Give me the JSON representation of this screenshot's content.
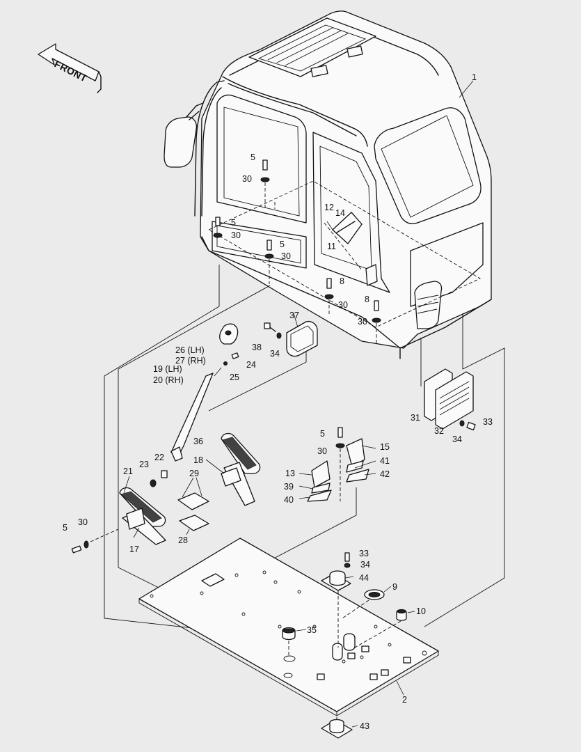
{
  "front_label": "FRONT",
  "callouts": [
    {
      "id": "c1",
      "text": "1"
    },
    {
      "id": "c5a",
      "text": "5"
    },
    {
      "id": "c30a",
      "text": "30"
    },
    {
      "id": "c5b",
      "text": "5"
    },
    {
      "id": "c30b",
      "text": "30"
    },
    {
      "id": "c5c",
      "text": "5"
    },
    {
      "id": "c30c",
      "text": "30"
    },
    {
      "id": "c12",
      "text": "12"
    },
    {
      "id": "c14",
      "text": "14"
    },
    {
      "id": "c11",
      "text": "11"
    },
    {
      "id": "c8a",
      "text": "8"
    },
    {
      "id": "c30d",
      "text": "30"
    },
    {
      "id": "c8b",
      "text": "8"
    },
    {
      "id": "c30e",
      "text": "30"
    },
    {
      "id": "c37",
      "text": "37"
    },
    {
      "id": "c38",
      "text": "38"
    },
    {
      "id": "c34a",
      "text": "34"
    },
    {
      "id": "c26",
      "text": "26 (LH)"
    },
    {
      "id": "c27",
      "text": "27 (RH)"
    },
    {
      "id": "c24",
      "text": "24"
    },
    {
      "id": "c19",
      "text": "19 (LH)"
    },
    {
      "id": "c20",
      "text": "20 (RH)"
    },
    {
      "id": "c25",
      "text": "25"
    },
    {
      "id": "c31",
      "text": "31"
    },
    {
      "id": "c32",
      "text": "32"
    },
    {
      "id": "c34b",
      "text": "34"
    },
    {
      "id": "c33a",
      "text": "33"
    },
    {
      "id": "c5d",
      "text": "5"
    },
    {
      "id": "c30f",
      "text": "30"
    },
    {
      "id": "c15",
      "text": "15"
    },
    {
      "id": "c41",
      "text": "41"
    },
    {
      "id": "c42",
      "text": "42"
    },
    {
      "id": "c13",
      "text": "13"
    },
    {
      "id": "c39",
      "text": "39"
    },
    {
      "id": "c40",
      "text": "40"
    },
    {
      "id": "c36",
      "text": "36"
    },
    {
      "id": "c18",
      "text": "18"
    },
    {
      "id": "c23",
      "text": "23"
    },
    {
      "id": "c22",
      "text": "22"
    },
    {
      "id": "c21",
      "text": "21"
    },
    {
      "id": "c29",
      "text": "29"
    },
    {
      "id": "c28",
      "text": "28"
    },
    {
      "id": "c5e",
      "text": "5"
    },
    {
      "id": "c30g",
      "text": "30"
    },
    {
      "id": "c17",
      "text": "17"
    },
    {
      "id": "c33b",
      "text": "33"
    },
    {
      "id": "c34c",
      "text": "34"
    },
    {
      "id": "c44",
      "text": "44"
    },
    {
      "id": "c9",
      "text": "9"
    },
    {
      "id": "c10",
      "text": "10"
    },
    {
      "id": "c35",
      "text": "35"
    },
    {
      "id": "c2",
      "text": "2"
    },
    {
      "id": "c43",
      "text": "43"
    }
  ]
}
